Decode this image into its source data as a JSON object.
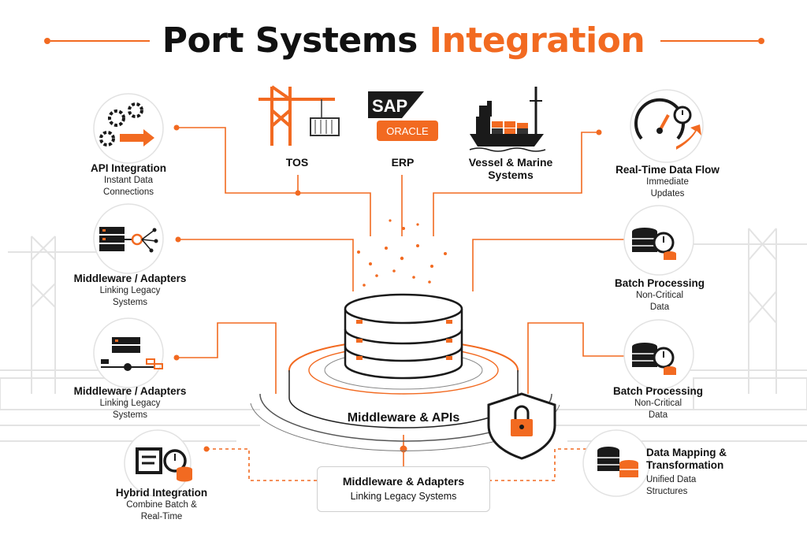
{
  "title": {
    "main": "Port Systems",
    "accent": "Integration"
  },
  "top_systems": [
    {
      "label": "TOS"
    },
    {
      "label": "ERP",
      "logos": [
        "SAP",
        "ORACLE"
      ]
    },
    {
      "label": "Vessel & Marine\nSystems"
    }
  ],
  "center": {
    "label": "Middleware & APIs"
  },
  "bottom_box": {
    "heading": "Middleware & Adapters",
    "sub": "Linking Legacy Systems"
  },
  "left_nodes": [
    {
      "heading": "API Integration",
      "sub": "Instant Data\nConnections",
      "icon": "gears-arrow-icon"
    },
    {
      "heading": "Middleware / Adapters",
      "sub": "Linking Legacy\nSystems",
      "icon": "server-network-icon"
    },
    {
      "heading": "Middleware / Adapters",
      "sub": "Linking Legacy\nSystems",
      "icon": "server-connector-icon"
    },
    {
      "heading": "Hybrid Integration",
      "sub": "Combine Batch &\nReal-Time",
      "icon": "document-clock-icon"
    }
  ],
  "right_nodes": [
    {
      "heading": "Real-Time Data Flow",
      "sub": "Immediate\nUpdates",
      "icon": "speedometer-icon"
    },
    {
      "heading": "Batch Processing",
      "sub": "Non-Critical\nData",
      "icon": "database-clock-icon"
    },
    {
      "heading": "Batch Processing",
      "sub": "Non-Critical\nData",
      "icon": "database-clock-icon"
    },
    {
      "heading": "Data Mapping &\nTransformation",
      "sub": "Unified Data\nStructures",
      "icon": "database-stack-icon"
    }
  ],
  "colors": {
    "accent": "#f26a21",
    "dark": "#1a1a1a",
    "line": "#f26a21",
    "bg_sketch": "#e4e4e4"
  }
}
